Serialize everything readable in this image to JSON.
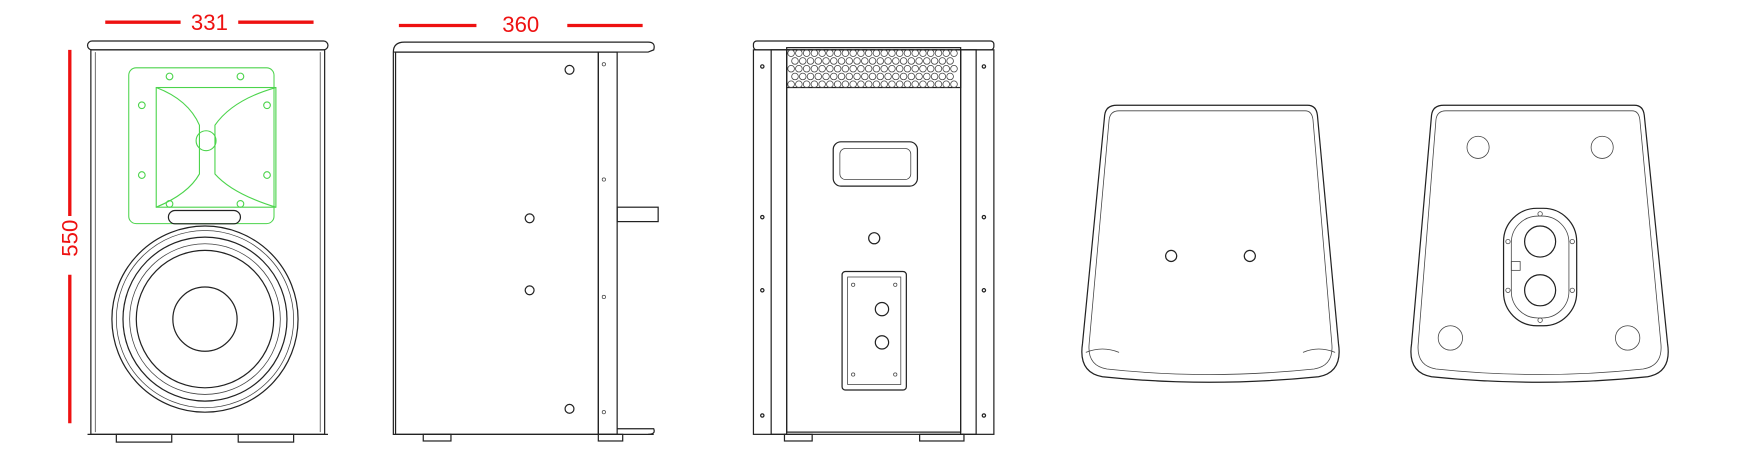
{
  "dimensions": {
    "width_front": "331",
    "depth_side": "360",
    "height": "550"
  },
  "colors": {
    "dimension": "#ee1111",
    "horn": "#4cd44c",
    "outline": "#222222"
  }
}
